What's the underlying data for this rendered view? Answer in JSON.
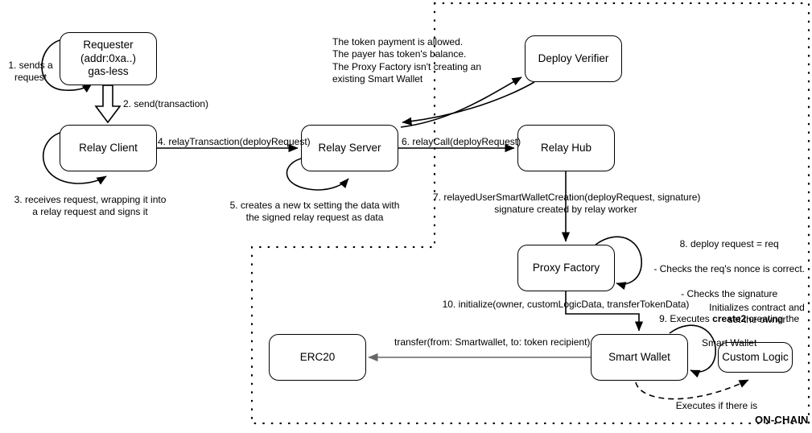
{
  "diagram": {
    "title_label": "ON-CHAIN",
    "boundary_name": "on-chain-dotted-boundary",
    "nodes": [
      {
        "id": "requester",
        "lines": [
          "Requester",
          "(addr:0xa..)",
          "gas-less"
        ]
      },
      {
        "id": "relay-client",
        "lines": [
          "Relay Client"
        ]
      },
      {
        "id": "relay-server",
        "lines": [
          "Relay Server"
        ]
      },
      {
        "id": "relay-hub",
        "lines": [
          "Relay Hub"
        ]
      },
      {
        "id": "deploy-verifier",
        "lines": [
          "Deploy Verifier"
        ]
      },
      {
        "id": "proxy-factory",
        "lines": [
          "Proxy Factory"
        ]
      },
      {
        "id": "smart-wallet",
        "lines": [
          "Smart Wallet"
        ]
      },
      {
        "id": "custom-logic",
        "lines": [
          "Custom Logic"
        ]
      },
      {
        "id": "erc20",
        "lines": [
          "ERC20"
        ]
      }
    ],
    "labels": {
      "step1": "1. sends a\nrequest",
      "step2": "2. send(transaction)",
      "step3": "3. receives request, wrapping it into\na relay request and signs it",
      "step4": "4. relayTransaction(deployRequest)",
      "step5": "5. creates a new tx setting the data with\nthe signed relay request as data",
      "step6": "6. relayCall(deployRequest)",
      "step7": "7. relayedUserSmartWalletCreation(deployRequest, signature)\nsignature created by relay worker",
      "verifier_note": "The token payment is allowed.\nThe payer has token's balance.\nThe Proxy Factory isn't creating an\nexisting Smart Wallet",
      "step8_line1": "8. deploy request = req",
      "step8_line2": "- Checks the req's nonce is correct.",
      "step8_line3": "- Checks the signature",
      "step9_pre": "9. Executes ",
      "step9_bold": "create2",
      "step9_post": " creating the",
      "step9_line2": "Smart Wallet",
      "step10": "10. initialize(owner, customLogicData, transferTokenData)",
      "transfer": "transfer(from: Smartwallet, to: token recipient)",
      "initializes": "Initializes contract and\nset the owner",
      "executes_if": "Executes if there is"
    },
    "colors": {
      "stroke": "#000000",
      "gray_stroke": "#666666",
      "background": "#ffffff"
    }
  }
}
